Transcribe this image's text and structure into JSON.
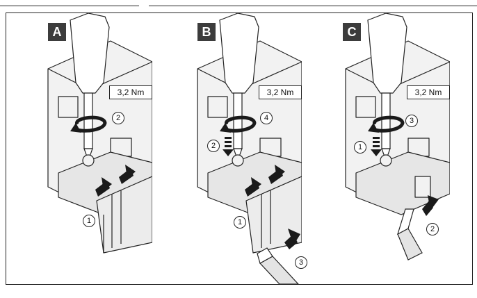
{
  "panels": [
    {
      "letter": "A",
      "torque": "3,2 Nm",
      "steps": [
        "1",
        "2"
      ]
    },
    {
      "letter": "B",
      "torque": "3,2 Nm",
      "steps": [
        "1",
        "2",
        "3",
        "4"
      ]
    },
    {
      "letter": "C",
      "torque": "3,2 Nm",
      "steps": [
        "1",
        "2",
        "3"
      ]
    }
  ],
  "colors": {
    "badge": "#3c3c3c",
    "line": "#222222",
    "fill": "#f2f2f2",
    "arrow": "#1a1a1a"
  }
}
